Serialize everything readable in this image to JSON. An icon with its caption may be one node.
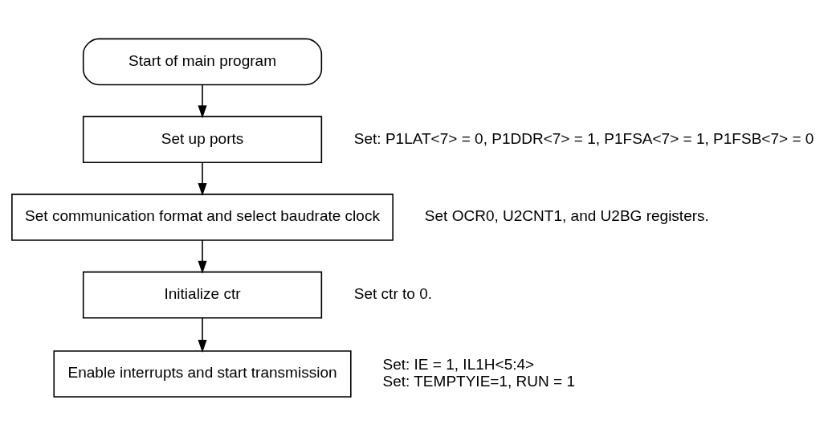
{
  "diagram": {
    "nodes": [
      {
        "text": [
          "Start of main program"
        ]
      },
      {
        "text": [
          "Set up ports"
        ],
        "beside": [
          "Set: P1LAT<7> = 0, P1DDR<7> = 1, P1FSA<7> = 1, P1FSB<7> = 0"
        ]
      },
      {
        "text": [
          "Set communication format and select baudrate clock"
        ],
        "beside": [
          "Set OCR0, U2CNT1, and U2BG registers."
        ]
      },
      {
        "text": [
          "Initialize ctr"
        ],
        "beside": [
          "Set ctr to 0."
        ]
      },
      {
        "text": [
          "Enable interrupts and start transmission"
        ],
        "beside": [
          "Set: IE = 1, IL1H<5:4>",
          "Set: TEMPTYIE=1, RUN = 1"
        ]
      }
    ],
    "edges": [
      {
        "from": 0,
        "to": 1,
        "arrow": "to"
      },
      {
        "from": 1,
        "to": 2,
        "arrow": "to"
      },
      {
        "from": 2,
        "to": 3,
        "arrow": "to"
      },
      {
        "from": 3,
        "to": 4,
        "arrow": "to"
      }
    ]
  }
}
